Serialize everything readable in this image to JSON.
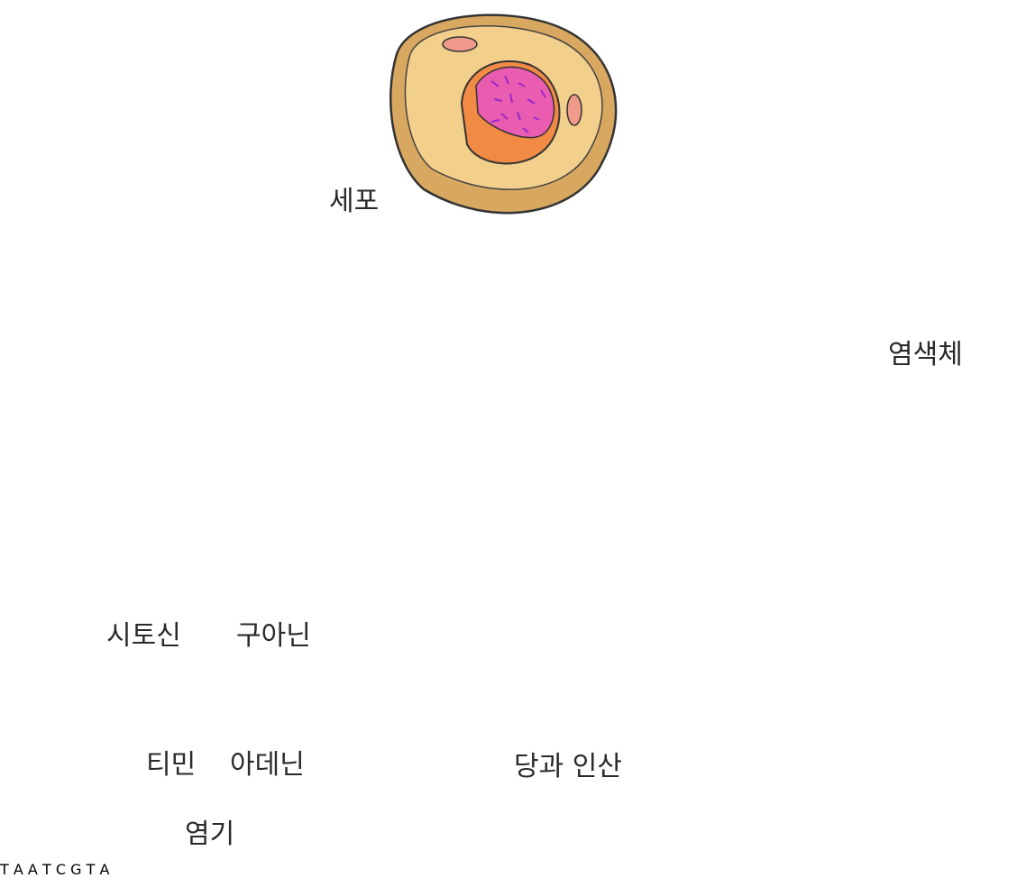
{
  "labels": {
    "cell": "세포",
    "chromosome": "염색체",
    "cytosine": "시토신",
    "guanine": "구아닌",
    "thymine": "티민",
    "adenine": "아데닌",
    "sugar_phosphate": "당과 인산",
    "bases": "염기"
  },
  "base_pairs": [
    {
      "left": "T",
      "right": "A"
    },
    {
      "left": "C",
      "right": "G"
    },
    {
      "left": "A",
      "right": "T"
    },
    {
      "left": "T",
      "right": "A"
    }
  ],
  "colors": {
    "backbone": "#7cc8ea",
    "chromosome": "#cc11cc",
    "thymine": "#f59a1e",
    "adenine": "#1f5fe6",
    "cytosine": "#b02ccc",
    "guanine": "#6fe51e",
    "cell_body": "#f2cc88",
    "nucleus": "#f08a45",
    "nucleolus": "#ea5cb0"
  }
}
